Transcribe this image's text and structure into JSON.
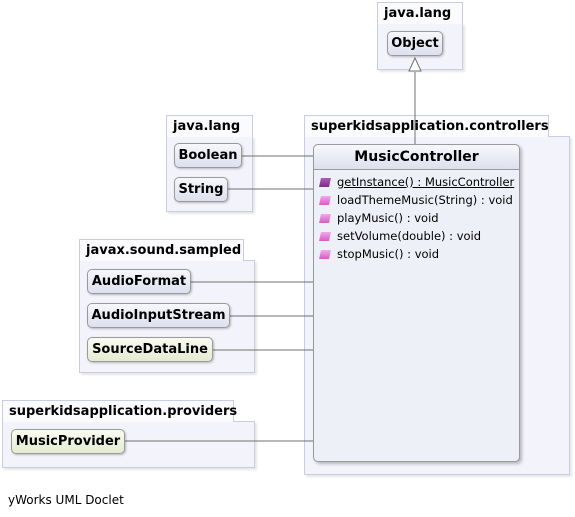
{
  "packages": {
    "java_lang_top": {
      "label": "java.lang",
      "classes": [
        "Object"
      ]
    },
    "java_lang_left": {
      "label": "java.lang",
      "classes": [
        "Boolean",
        "String"
      ]
    },
    "javax_sound": {
      "label": "javax.sound.sampled",
      "classes": [
        "AudioFormat",
        "AudioInputStream",
        "SourceDataLine"
      ]
    },
    "providers": {
      "label": "superkidsapplication.providers",
      "classes": [
        "MusicProvider"
      ]
    },
    "controllers": {
      "label": "superkidsapplication.controllers"
    }
  },
  "main_class": {
    "name": "MusicController",
    "methods": [
      {
        "text": "getInstance() : MusicController",
        "icon": "static-method-icon",
        "static": true
      },
      {
        "text": "loadThemeMusic(String) : void",
        "icon": "public-method-icon",
        "static": false
      },
      {
        "text": "playMusic() : void",
        "icon": "public-method-icon",
        "static": false
      },
      {
        "text": "setVolume(double) : void",
        "icon": "public-method-icon",
        "static": false
      },
      {
        "text": "stopMusic() : void",
        "icon": "public-method-icon",
        "static": false
      }
    ]
  },
  "footer": "yWorks UML Doclet",
  "colors": {
    "package_fill": "#f3f4fb",
    "package_border": "#c9cde4",
    "node_fill": "#e4e7f2",
    "interface_fill": "#edf2dc",
    "static_method": "#8e3a99",
    "public_method": "#e47fd6"
  }
}
